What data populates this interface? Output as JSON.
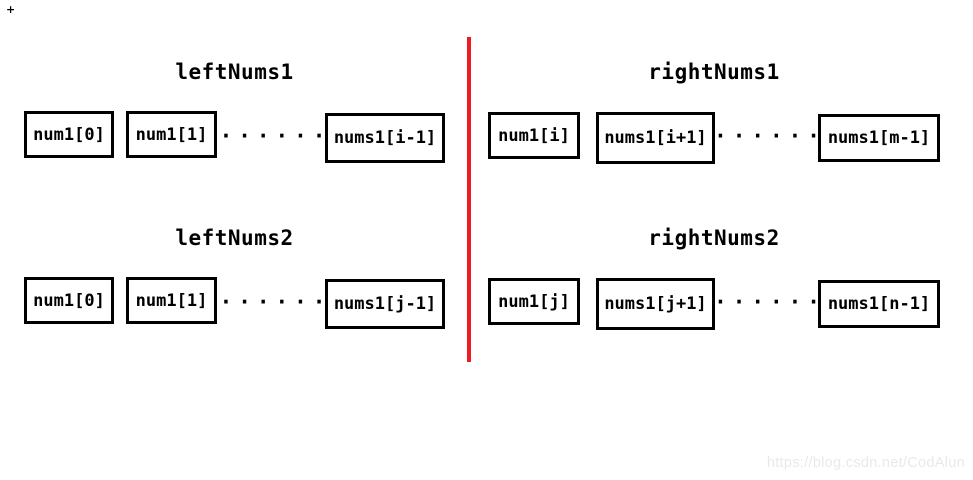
{
  "marks": {
    "corner_plus": "+"
  },
  "divider": {
    "color": "#ed1c24"
  },
  "groups": [
    {
      "title": "leftNums1",
      "cells": [
        "num1[0]",
        "num1[1]",
        "nums1[i-1]"
      ],
      "dots": "······"
    },
    {
      "title": "rightNums1",
      "cells": [
        "num1[i]",
        "nums1[i+1]",
        "nums1[m-1]"
      ],
      "dots": "······"
    },
    {
      "title": "leftNums2",
      "cells": [
        "num1[0]",
        "num1[1]",
        "nums1[j-1]"
      ],
      "dots": "······"
    },
    {
      "title": "rightNums2",
      "cells": [
        "num1[j]",
        "nums1[j+1]",
        "nums1[n-1]"
      ],
      "dots": "······"
    }
  ],
  "watermark": {
    "text": "https://blog.csdn.net/CodAlun"
  }
}
